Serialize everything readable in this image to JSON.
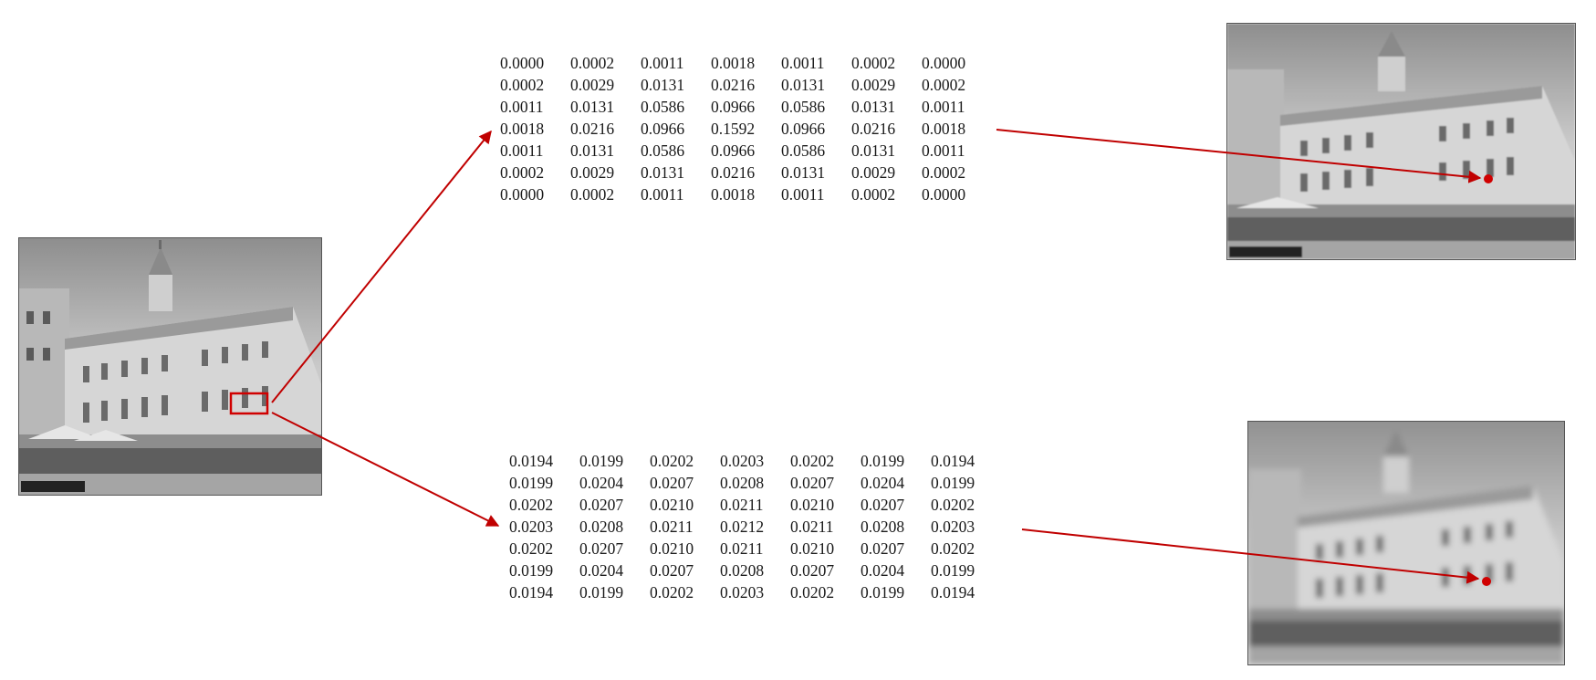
{
  "kernel_small_sigma": {
    "rows": [
      [
        "0.0000",
        "0.0002",
        "0.0011",
        "0.0018",
        "0.0011",
        "0.0002",
        "0.0000"
      ],
      [
        "0.0002",
        "0.0029",
        "0.0131",
        "0.0216",
        "0.0131",
        "0.0029",
        "0.0002"
      ],
      [
        "0.0011",
        "0.0131",
        "0.0586",
        "0.0966",
        "0.0586",
        "0.0131",
        "0.0011"
      ],
      [
        "0.0018",
        "0.0216",
        "0.0966",
        "0.1592",
        "0.0966",
        "0.0216",
        "0.0018"
      ],
      [
        "0.0011",
        "0.0131",
        "0.0586",
        "0.0966",
        "0.0586",
        "0.0131",
        "0.0011"
      ],
      [
        "0.0002",
        "0.0029",
        "0.0131",
        "0.0216",
        "0.0131",
        "0.0029",
        "0.0002"
      ],
      [
        "0.0000",
        "0.0002",
        "0.0011",
        "0.0018",
        "0.0011",
        "0.0002",
        "0.0000"
      ]
    ]
  },
  "kernel_large_sigma": {
    "rows": [
      [
        "0.0194",
        "0.0199",
        "0.0202",
        "0.0203",
        "0.0202",
        "0.0199",
        "0.0194"
      ],
      [
        "0.0199",
        "0.0204",
        "0.0207",
        "0.0208",
        "0.0207",
        "0.0204",
        "0.0199"
      ],
      [
        "0.0202",
        "0.0207",
        "0.0210",
        "0.0211",
        "0.0210",
        "0.0207",
        "0.0202"
      ],
      [
        "0.0203",
        "0.0208",
        "0.0211",
        "0.0212",
        "0.0211",
        "0.0208",
        "0.0203"
      ],
      [
        "0.0202",
        "0.0207",
        "0.0210",
        "0.0211",
        "0.0210",
        "0.0207",
        "0.0202"
      ],
      [
        "0.0199",
        "0.0204",
        "0.0207",
        "0.0208",
        "0.0207",
        "0.0204",
        "0.0199"
      ],
      [
        "0.0194",
        "0.0199",
        "0.0202",
        "0.0203",
        "0.0202",
        "0.0199",
        "0.0194"
      ]
    ]
  },
  "colors": {
    "arrow": "#c00000",
    "highlight": "#d00000"
  }
}
